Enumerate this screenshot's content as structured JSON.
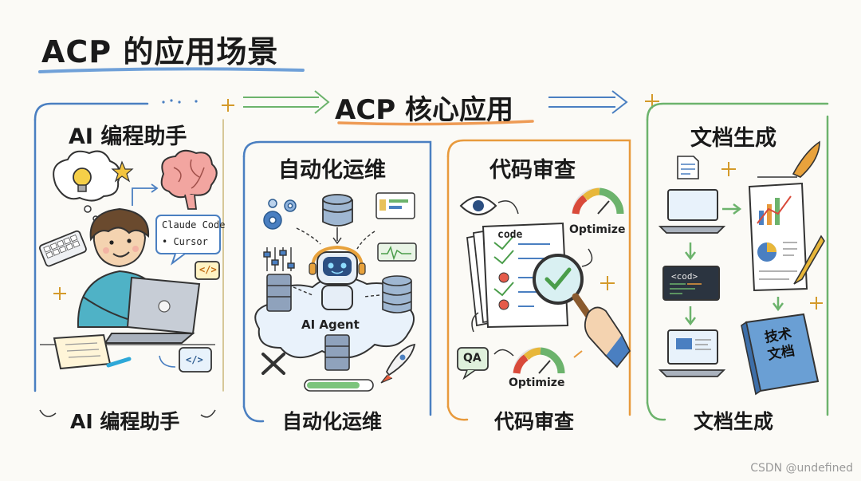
{
  "title": "ACP 的应用场景",
  "center_title": "ACP 核心应用",
  "panels": [
    {
      "title": "AI 编程助手",
      "footer": "AI 编程助手",
      "bubble_lines": [
        "Claude Code",
        "• Cursor"
      ],
      "code_tag": "</>"
    },
    {
      "title": "自动化运维",
      "footer": "自动化运维",
      "agent_label": "AI Agent"
    },
    {
      "title": "代码审查",
      "footer": "代码审查",
      "doc_label": "code",
      "gauge_label_top": "Optimize",
      "gauge_label_bottom": "Optimize",
      "qa_label": "QA"
    },
    {
      "title": "文档生成",
      "footer": "文档生成",
      "code_tag": "<cod>",
      "book_label": "技术文档"
    }
  ],
  "watermark": "CSDN @undefined",
  "colors": {
    "blue": "#4a7fc1",
    "orange": "#e89a3c",
    "green": "#6cb36c",
    "paper": "#fbfaf6"
  }
}
